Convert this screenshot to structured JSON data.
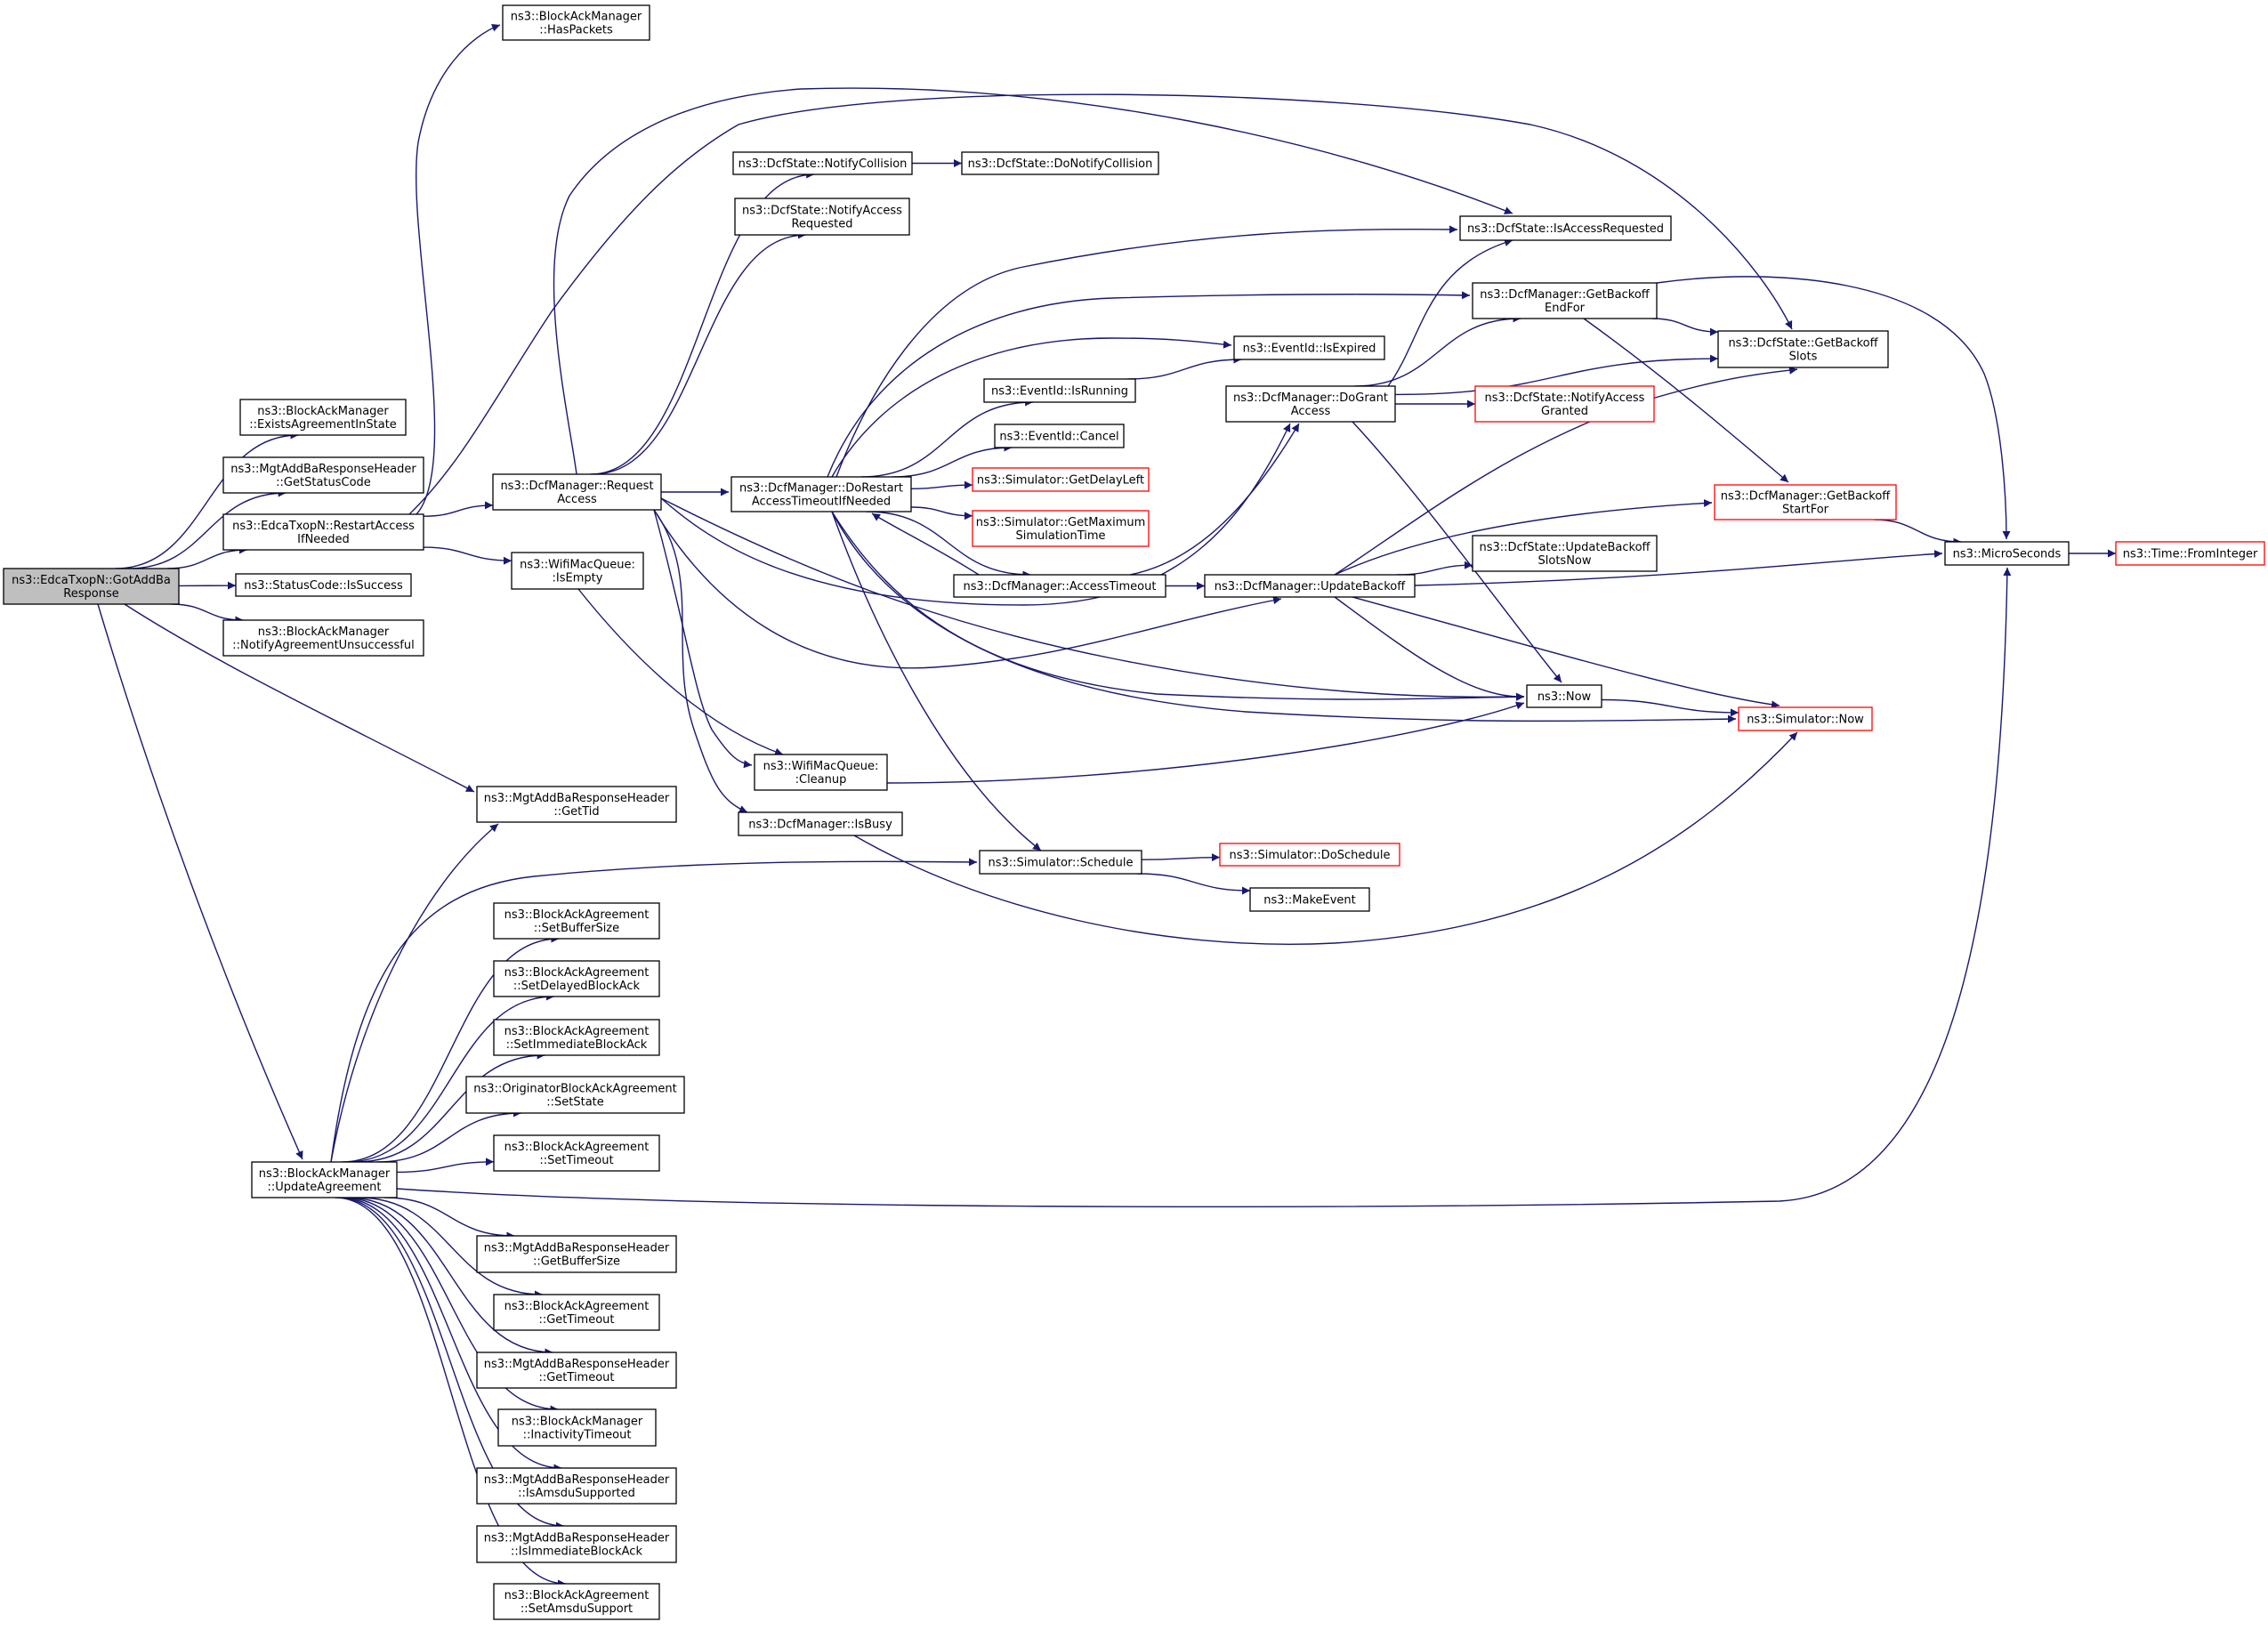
{
  "diagram": {
    "nodes": [
      {
        "id": "n0",
        "lines": [
          "ns3::EdcaTxopN::GotAddBa",
          "Response"
        ],
        "root": true
      },
      {
        "id": "n1",
        "lines": [
          "ns3::BlockAckManager",
          "::HasPackets"
        ]
      },
      {
        "id": "n2",
        "lines": [
          "ns3::BlockAckManager",
          "::ExistsAgreementInState"
        ]
      },
      {
        "id": "n3",
        "lines": [
          "ns3::MgtAddBaResponseHeader",
          "::GetStatusCode"
        ]
      },
      {
        "id": "n4",
        "lines": [
          "ns3::EdcaTxopN::RestartAccess",
          "IfNeeded"
        ]
      },
      {
        "id": "n5",
        "lines": [
          "ns3::StatusCode::IsSuccess"
        ]
      },
      {
        "id": "n6",
        "lines": [
          "ns3::BlockAckManager",
          "::NotifyAgreementUnsuccessful"
        ]
      },
      {
        "id": "n7",
        "lines": [
          "ns3::MgtAddBaResponseHeader",
          "::GetTid"
        ]
      },
      {
        "id": "n8",
        "lines": [
          "ns3::BlockAckManager",
          "::UpdateAgreement"
        ]
      },
      {
        "id": "n9",
        "lines": [
          "ns3::DcfManager::Request",
          "Access"
        ]
      },
      {
        "id": "n10",
        "lines": [
          "ns3::WifiMacQueue:",
          ":IsEmpty"
        ]
      },
      {
        "id": "n11",
        "lines": [
          "ns3::DcfState::NotifyCollision"
        ]
      },
      {
        "id": "n12",
        "lines": [
          "ns3::DcfState::NotifyAccess",
          "Requested"
        ]
      },
      {
        "id": "n13",
        "lines": [
          "ns3::DcfManager::DoRestart",
          "AccessTimeoutIfNeeded"
        ]
      },
      {
        "id": "n14",
        "lines": [
          "ns3::DcfState::DoNotifyCollision"
        ]
      },
      {
        "id": "n15",
        "lines": [
          "ns3::DcfState::IsAccessRequested"
        ]
      },
      {
        "id": "n16",
        "lines": [
          "ns3::DcfManager::GetBackoff",
          "EndFor"
        ]
      },
      {
        "id": "n17",
        "lines": [
          "ns3::EventId::IsExpired"
        ]
      },
      {
        "id": "n18",
        "lines": [
          "ns3::EventId::IsRunning"
        ]
      },
      {
        "id": "n19",
        "lines": [
          "ns3::EventId::Cancel"
        ]
      },
      {
        "id": "n20",
        "lines": [
          "ns3::Simulator::GetDelayLeft"
        ],
        "external": true
      },
      {
        "id": "n21",
        "lines": [
          "ns3::Simulator::GetMaximum",
          "SimulationTime"
        ],
        "external": true
      },
      {
        "id": "n22",
        "lines": [
          "ns3::DcfManager::AccessTimeout"
        ]
      },
      {
        "id": "n23",
        "lines": [
          "ns3::DcfManager::DoGrant",
          "Access"
        ]
      },
      {
        "id": "n24",
        "lines": [
          "ns3::DcfState::GetBackoff",
          "Slots"
        ]
      },
      {
        "id": "n25",
        "lines": [
          "ns3::DcfState::NotifyAccess",
          "Granted"
        ],
        "external": true
      },
      {
        "id": "n26",
        "lines": [
          "ns3::DcfManager::GetBackoff",
          "StartFor"
        ],
        "external": true
      },
      {
        "id": "n27",
        "lines": [
          "ns3::MicroSeconds"
        ]
      },
      {
        "id": "n28",
        "lines": [
          "ns3::Time::FromInteger"
        ],
        "external": true
      },
      {
        "id": "n29",
        "lines": [
          "ns3::DcfManager::UpdateBackoff"
        ]
      },
      {
        "id": "n30",
        "lines": [
          "ns3::DcfState::UpdateBackoff",
          "SlotsNow"
        ]
      },
      {
        "id": "n31",
        "lines": [
          "ns3::Now"
        ]
      },
      {
        "id": "n32",
        "lines": [
          "ns3::Simulator::Now"
        ],
        "external": true
      },
      {
        "id": "n33",
        "lines": [
          "ns3::WifiMacQueue:",
          ":Cleanup"
        ]
      },
      {
        "id": "n34",
        "lines": [
          "ns3::DcfManager::IsBusy"
        ]
      },
      {
        "id": "n35",
        "lines": [
          "ns3::Simulator::Schedule"
        ]
      },
      {
        "id": "n36",
        "lines": [
          "ns3::Simulator::DoSchedule"
        ],
        "external": true
      },
      {
        "id": "n37",
        "lines": [
          "ns3::MakeEvent"
        ]
      },
      {
        "id": "n38",
        "lines": [
          "ns3::BlockAckAgreement",
          "::SetBufferSize"
        ]
      },
      {
        "id": "n39",
        "lines": [
          "ns3::BlockAckAgreement",
          "::SetDelayedBlockAck"
        ]
      },
      {
        "id": "n40",
        "lines": [
          "ns3::BlockAckAgreement",
          "::SetImmediateBlockAck"
        ]
      },
      {
        "id": "n41",
        "lines": [
          "ns3::OriginatorBlockAckAgreement",
          "::SetState"
        ]
      },
      {
        "id": "n42",
        "lines": [
          "ns3::BlockAckAgreement",
          "::SetTimeout"
        ]
      },
      {
        "id": "n43",
        "lines": [
          "ns3::MgtAddBaResponseHeader",
          "::GetBufferSize"
        ]
      },
      {
        "id": "n44",
        "lines": [
          "ns3::BlockAckAgreement",
          "::GetTimeout"
        ]
      },
      {
        "id": "n45",
        "lines": [
          "ns3::MgtAddBaResponseHeader",
          "::GetTimeout"
        ]
      },
      {
        "id": "n46",
        "lines": [
          "ns3::BlockAckManager",
          "::InactivityTimeout"
        ]
      },
      {
        "id": "n47",
        "lines": [
          "ns3::MgtAddBaResponseHeader",
          "::IsAmsduSupported"
        ]
      },
      {
        "id": "n48",
        "lines": [
          "ns3::MgtAddBaResponseHeader",
          "::IsImmediateBlockAck"
        ]
      },
      {
        "id": "n49",
        "lines": [
          "ns3::BlockAckAgreement",
          "::SetAmsduSupport"
        ]
      }
    ],
    "edges": [
      [
        "n0",
        "n2"
      ],
      [
        "n0",
        "n3"
      ],
      [
        "n0",
        "n4"
      ],
      [
        "n0",
        "n5"
      ],
      [
        "n0",
        "n6"
      ],
      [
        "n0",
        "n7"
      ],
      [
        "n0",
        "n8"
      ],
      [
        "n4",
        "n1"
      ],
      [
        "n4",
        "n9"
      ],
      [
        "n4",
        "n10"
      ],
      [
        "n4",
        "n24"
      ],
      [
        "n9",
        "n11"
      ],
      [
        "n9",
        "n12"
      ],
      [
        "n9",
        "n13"
      ],
      [
        "n9",
        "n15"
      ],
      [
        "n9",
        "n23"
      ],
      [
        "n9",
        "n29"
      ],
      [
        "n9",
        "n31"
      ],
      [
        "n9",
        "n34"
      ],
      [
        "n9",
        "n33"
      ],
      [
        "n11",
        "n14"
      ],
      [
        "n10",
        "n33"
      ],
      [
        "n13",
        "n15"
      ],
      [
        "n13",
        "n16"
      ],
      [
        "n13",
        "n17"
      ],
      [
        "n13",
        "n18"
      ],
      [
        "n13",
        "n19"
      ],
      [
        "n13",
        "n20"
      ],
      [
        "n13",
        "n21"
      ],
      [
        "n13",
        "n22"
      ],
      [
        "n13",
        "n35"
      ],
      [
        "n13",
        "n31"
      ],
      [
        "n13",
        "n32"
      ],
      [
        "n18",
        "n17"
      ],
      [
        "n22",
        "n13"
      ],
      [
        "n22",
        "n23"
      ],
      [
        "n22",
        "n29"
      ],
      [
        "n23",
        "n15"
      ],
      [
        "n23",
        "n16"
      ],
      [
        "n23",
        "n24"
      ],
      [
        "n23",
        "n25"
      ],
      [
        "n23",
        "n31"
      ],
      [
        "n16",
        "n24"
      ],
      [
        "n16",
        "n26"
      ],
      [
        "n16",
        "n27"
      ],
      [
        "n26",
        "n27"
      ],
      [
        "n27",
        "n28"
      ],
      [
        "n29",
        "n24"
      ],
      [
        "n29",
        "n26"
      ],
      [
        "n29",
        "n30"
      ],
      [
        "n29",
        "n27"
      ],
      [
        "n29",
        "n31"
      ],
      [
        "n29",
        "n32"
      ],
      [
        "n31",
        "n32"
      ],
      [
        "n33",
        "n31"
      ],
      [
        "n34",
        "n32"
      ],
      [
        "n35",
        "n36"
      ],
      [
        "n35",
        "n37"
      ],
      [
        "n8",
        "n7"
      ],
      [
        "n8",
        "n35"
      ],
      [
        "n8",
        "n38"
      ],
      [
        "n8",
        "n39"
      ],
      [
        "n8",
        "n40"
      ],
      [
        "n8",
        "n41"
      ],
      [
        "n8",
        "n42"
      ],
      [
        "n8",
        "n27"
      ],
      [
        "n8",
        "n43"
      ],
      [
        "n8",
        "n44"
      ],
      [
        "n8",
        "n45"
      ],
      [
        "n8",
        "n46"
      ],
      [
        "n8",
        "n47"
      ],
      [
        "n8",
        "n48"
      ],
      [
        "n8",
        "n49"
      ]
    ]
  }
}
